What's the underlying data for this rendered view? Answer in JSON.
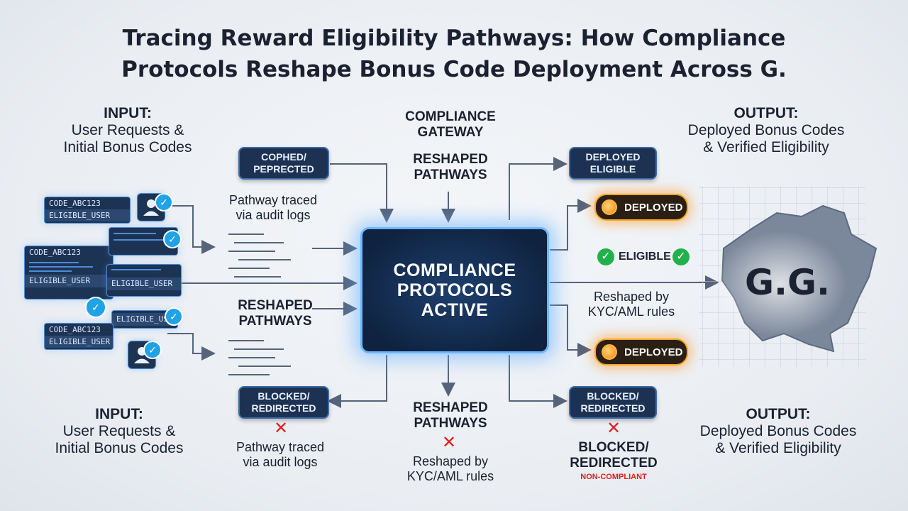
{
  "title_line1": "Tracing Reward Eligibility Pathways: How Compliance",
  "title_line2": "Protocols Reshape Bonus Code Deployment Across G.",
  "input_top": {
    "heading": "INPUT:",
    "line1": "User Requests &",
    "line2": "Initial Bonus Codes"
  },
  "input_bottom": {
    "heading": "INPUT:",
    "line1": "User Requests &",
    "line2": "Initial Bonus Codes"
  },
  "output_top": {
    "heading": "OUTPUT:",
    "line1": "Deployed Bonus Codes",
    "line2": "& Verified Eligibility"
  },
  "output_bottom": {
    "heading": "OUTPUT:",
    "line1": "Deployed Bonus Codes",
    "line2": "& Verified Eligibility"
  },
  "gateway": {
    "line1": "COMPLIANCE",
    "line2": "GATEWAY"
  },
  "reshaped_top": {
    "line1": "RESHAPED",
    "line2": "PATHWAYS"
  },
  "reshaped_mid": {
    "line1": "RESHAPED",
    "line2": "PATHWAYS"
  },
  "reshaped_bottom": {
    "line1": "RESHAPED",
    "line2": "PATHWAYS"
  },
  "central": {
    "line1": "COMPLIANCE",
    "line2": "PROTOCOLS",
    "line3": "ACTIVE"
  },
  "boxes": {
    "cophed": {
      "line1": "COPHED/",
      "line2": "PEPRECTED"
    },
    "deployed_eligible": {
      "line1": "DEPLOYED",
      "line2": "ELIGIBLE"
    },
    "blocked_left": {
      "line1": "BLOCKED/",
      "line2": "REDIRECTED"
    },
    "blocked_right": {
      "line1": "BLOCKED/",
      "line2": "REDIRECTED"
    }
  },
  "pills": {
    "deployed_top": "DEPLOYED",
    "deployed_bottom": "DEPLOYED"
  },
  "eligible_label": "ELIGIBLE",
  "notes": {
    "audit_top": {
      "line1": "Pathway traced",
      "line2": "via audit logs"
    },
    "audit_bottom": {
      "line1": "Pathway traced",
      "line2": "via audit logs"
    },
    "kyc_right": {
      "line1": "Reshaped by",
      "line2": "KYC/AML rules"
    },
    "kyc_bottom": {
      "line1": "Reshaped by",
      "line2": "KYC/AML rules"
    }
  },
  "blocked_result": {
    "line1": "BLOCKED/",
    "line2": "REDIRECTED",
    "sub": "NON-COMPLIANT"
  },
  "cards": [
    {
      "line1": "CODE_ABC123",
      "line2": "ELIGIBLE_USER"
    },
    {
      "line1": "CODE_ABC123",
      "line2": "ELIGIBLE_USER"
    },
    {
      "line1": "ELIGIBLE_USER"
    },
    {
      "line1": "ELIGIBLE_USER"
    },
    {
      "line1": "CODE_ABC123",
      "line2": "ELIGIBLE_USER"
    }
  ],
  "map_label": "G.G.",
  "colors": {
    "navy": "#1d3253",
    "accent_blue": "#6fb6ff",
    "orange": "#f5a623",
    "red": "#e01e1e",
    "green": "#22b04b"
  }
}
